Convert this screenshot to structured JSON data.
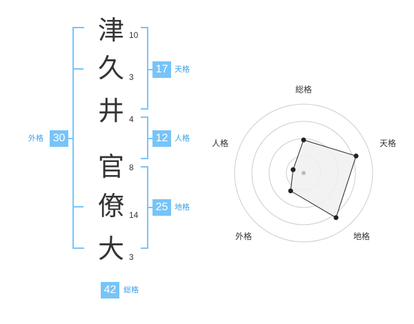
{
  "colors": {
    "accent": "#77c4f8",
    "accent_text": "#3aa0e8",
    "text": "#333333",
    "ring": "#cccccc",
    "polygon_fill": "#f0f0f0",
    "polygon_stroke": "#222222"
  },
  "name": {
    "characters": [
      {
        "char": "津",
        "strokes": "10"
      },
      {
        "char": "久",
        "strokes": "3"
      },
      {
        "char": "井",
        "strokes": "4"
      },
      {
        "char": "官",
        "strokes": "8"
      },
      {
        "char": "僚",
        "strokes": "14"
      },
      {
        "char": "大",
        "strokes": "3"
      }
    ]
  },
  "fortunes": {
    "tenkaku": {
      "value": "17",
      "label": "天格"
    },
    "jinkaku": {
      "value": "12",
      "label": "人格"
    },
    "chikaku": {
      "value": "25",
      "label": "地格"
    },
    "gaikaku": {
      "value": "30",
      "label": "外格"
    },
    "soukaku": {
      "value": "42",
      "label": "総格"
    }
  },
  "chart_data": {
    "type": "radar",
    "axes": [
      "総格",
      "天格",
      "地格",
      "外格",
      "人格"
    ],
    "values": [
      3,
      5,
      5,
      2,
      1
    ],
    "max": 5,
    "rings": 4
  }
}
